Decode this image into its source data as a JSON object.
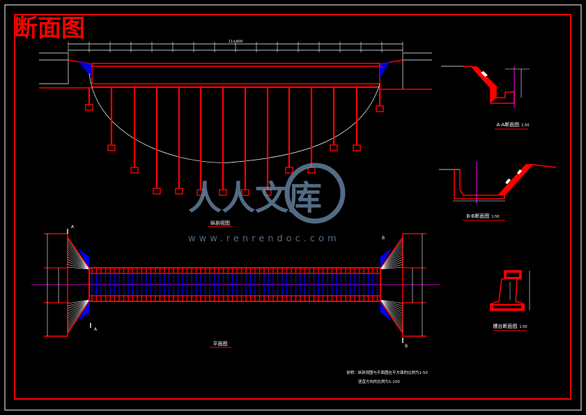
{
  "title": "断面图",
  "views": {
    "elevation": {
      "label": "纵剖视图",
      "overall_dim": "11×400"
    },
    "plan": {
      "label": "平面图",
      "marker_a": "A",
      "marker_b": "B"
    },
    "section_aa": {
      "label": "A-A断面图",
      "scale": "1:50"
    },
    "section_bb": {
      "label": "B-B断面图",
      "scale": "1:50"
    },
    "section_pier": {
      "label": "槽台断面图",
      "scale": "1:50"
    }
  },
  "notes": {
    "line1": "说明：纵剖视图与平面图在平方面的比例为1:50",
    "line2": "竖直方向的比例为1:100"
  },
  "watermark": {
    "text": "人人文库",
    "url": "www.renrendoc.com"
  },
  "colors": {
    "background": "#000000",
    "frame": "#ff0000",
    "structure": "#ff0000",
    "dimension": "#ffffff",
    "hatch": "#0000ff",
    "axis": "#ff00ff",
    "watermark": "#6f8fb0"
  }
}
